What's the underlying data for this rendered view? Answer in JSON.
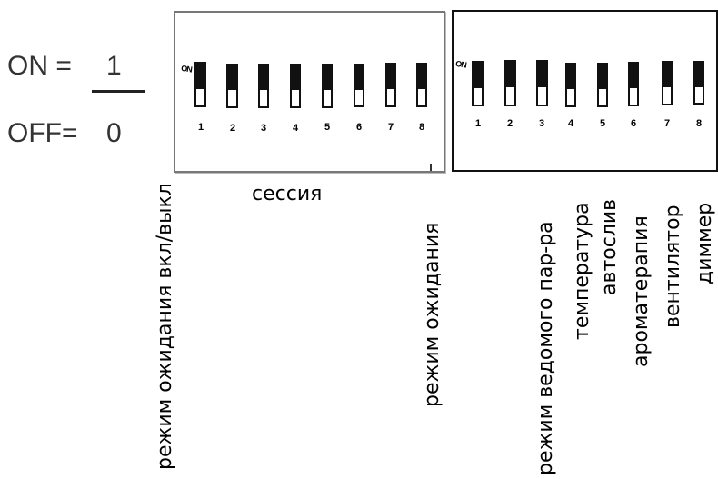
{
  "legend": {
    "on_label": "ON =",
    "on_value": "1",
    "off_label": "OFF=",
    "off_value": "0"
  },
  "left_block": {
    "on_mark": "ON",
    "switches": [
      {
        "number": "1",
        "state": "on"
      },
      {
        "number": "2",
        "state": "on"
      },
      {
        "number": "3",
        "state": "on"
      },
      {
        "number": "4",
        "state": "on"
      },
      {
        "number": "5",
        "state": "on"
      },
      {
        "number": "6",
        "state": "on"
      },
      {
        "number": "7",
        "state": "on"
      },
      {
        "number": "8",
        "state": "on"
      }
    ],
    "labels": {
      "standby_on_off": "режим ожидания вкл/выкл",
      "session": "сессия",
      "standby": "режим ожидания"
    }
  },
  "right_block": {
    "on_mark": "ON",
    "switches": [
      {
        "number": "1",
        "state": "on"
      },
      {
        "number": "2",
        "state": "on"
      },
      {
        "number": "3",
        "state": "on"
      },
      {
        "number": "4",
        "state": "on"
      },
      {
        "number": "5",
        "state": "on"
      },
      {
        "number": "6",
        "state": "on"
      },
      {
        "number": "7",
        "state": "on"
      },
      {
        "number": "8",
        "state": "on"
      }
    ],
    "labels": [
      "режим ведомого пар-ра",
      "температура",
      "автослив",
      "ароматерапия",
      "вентилятор",
      "диммер"
    ]
  }
}
